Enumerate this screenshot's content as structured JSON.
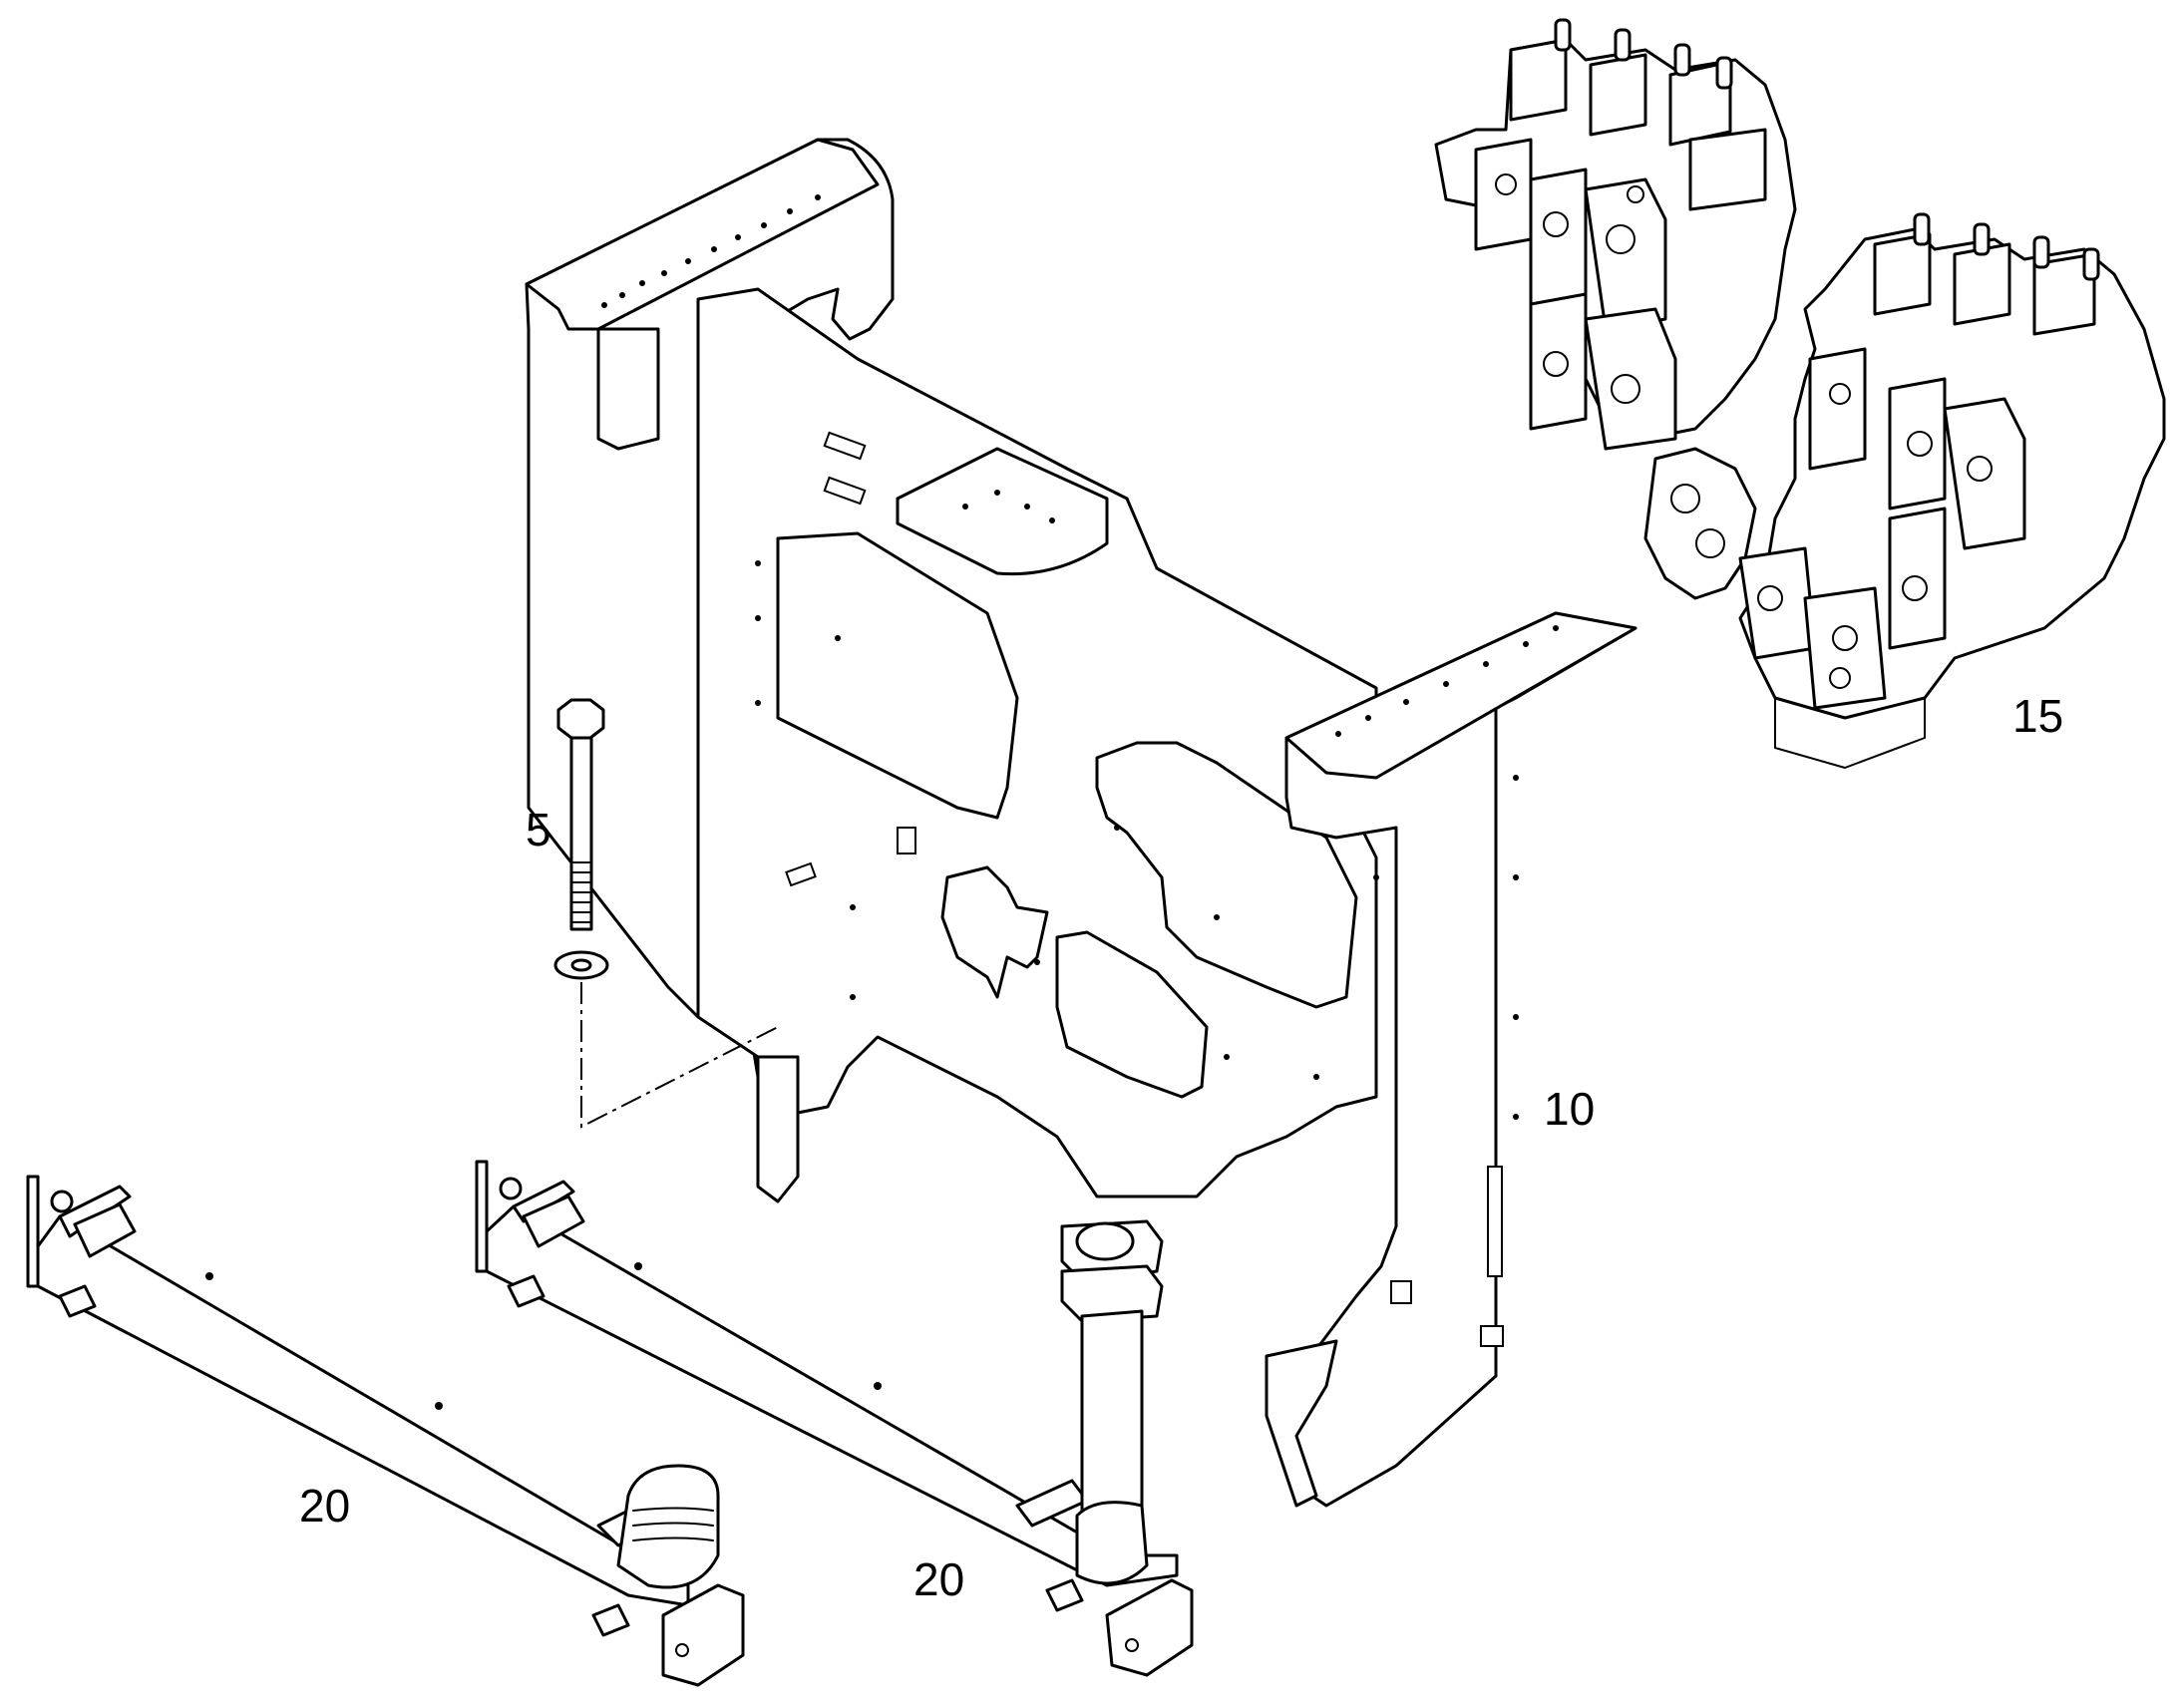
{
  "diagram": {
    "callouts": {
      "bolt": "5",
      "frame": "10",
      "valve_block": "15",
      "crossbar_left": "20",
      "crossbar_right": "20"
    }
  }
}
